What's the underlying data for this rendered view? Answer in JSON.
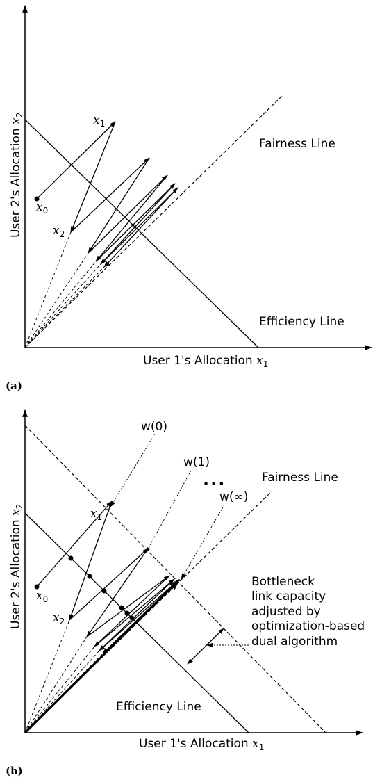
{
  "panel_a": {
    "caption": "(a)",
    "x_axis_label": "User 1's Allocation",
    "x_axis_var": "x",
    "x_axis_sub": "1",
    "y_axis_label": "User 2's Allocation",
    "y_axis_var": "x",
    "y_axis_sub": "2",
    "fairness_label": "Fairness Line",
    "efficiency_label": "Efficiency Line",
    "points": [
      {
        "var": "x",
        "sub": "0"
      },
      {
        "var": "x",
        "sub": "1"
      },
      {
        "var": "x",
        "sub": "2"
      }
    ]
  },
  "panel_b": {
    "caption": "(b)",
    "x_axis_label": "User 1's Allocation",
    "x_axis_var": "x",
    "x_axis_sub": "1",
    "y_axis_label": "User 2's Allocation",
    "y_axis_var": "x",
    "y_axis_sub": "2",
    "fairness_label": "Fairness Line",
    "efficiency_label": "Efficiency Line",
    "weights": [
      "w(0)",
      "w(1)",
      "w(∞)"
    ],
    "ellipsis": "...",
    "points": [
      {
        "var": "x",
        "sub": "0"
      },
      {
        "var": "x",
        "sub": "1"
      },
      {
        "var": "x",
        "sub": "2"
      }
    ],
    "annotation_lines": [
      "Bottleneck",
      "link capacity",
      "adjusted by",
      "optimization-based",
      "dual algorithm"
    ]
  }
}
